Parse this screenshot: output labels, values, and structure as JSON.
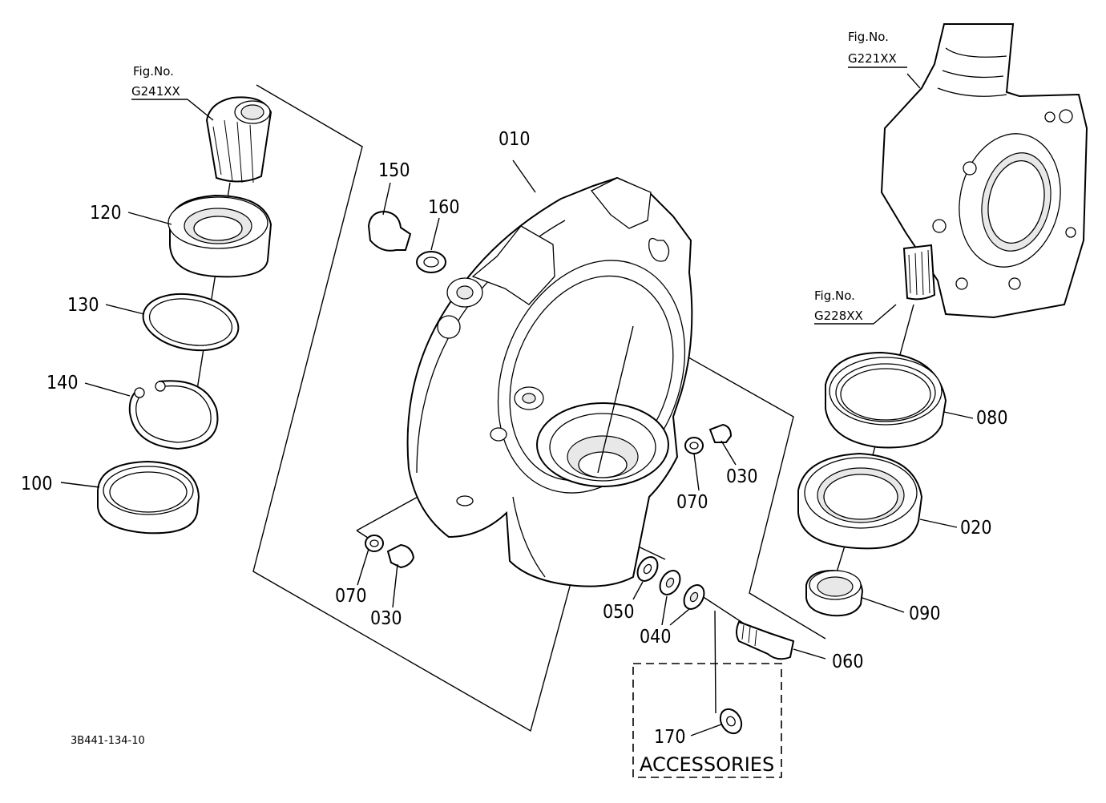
{
  "drawing_code": "3B441-134-10",
  "accessories_label": "ACCESSORIES",
  "fig_refs": [
    {
      "id": "g241",
      "title": "Fig.No.",
      "code": "G241XX"
    },
    {
      "id": "g221",
      "title": "Fig.No.",
      "code": "G221XX"
    },
    {
      "id": "g228",
      "title": "Fig.No.",
      "code": "G228XX"
    }
  ],
  "parts": [
    {
      "id": "p010",
      "label": "010"
    },
    {
      "id": "p020",
      "label": "020"
    },
    {
      "id": "p030a",
      "label": "030"
    },
    {
      "id": "p030b",
      "label": "030"
    },
    {
      "id": "p040",
      "label": "040"
    },
    {
      "id": "p050",
      "label": "050"
    },
    {
      "id": "p060",
      "label": "060"
    },
    {
      "id": "p070a",
      "label": "070"
    },
    {
      "id": "p070b",
      "label": "070"
    },
    {
      "id": "p080",
      "label": "080"
    },
    {
      "id": "p090",
      "label": "090"
    },
    {
      "id": "p100",
      "label": "100"
    },
    {
      "id": "p120",
      "label": "120"
    },
    {
      "id": "p130",
      "label": "130"
    },
    {
      "id": "p140",
      "label": "140"
    },
    {
      "id": "p150",
      "label": "150"
    },
    {
      "id": "p160",
      "label": "160"
    },
    {
      "id": "p170",
      "label": "170"
    }
  ]
}
